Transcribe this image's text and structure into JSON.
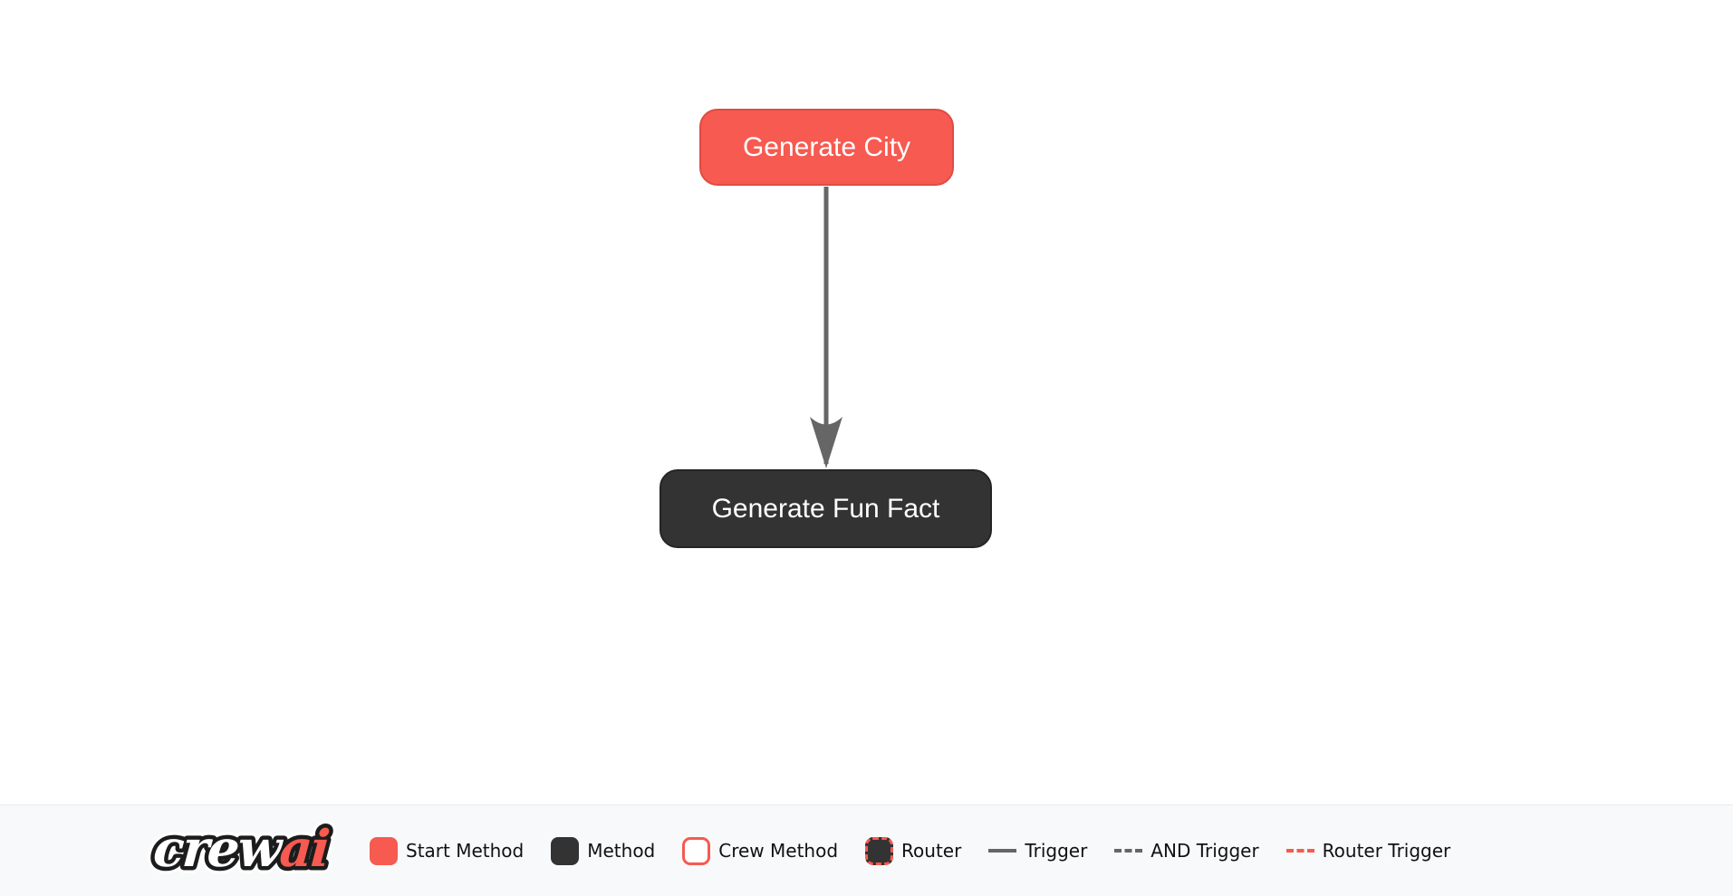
{
  "colors": {
    "start_method_fill": "#F65A50",
    "start_method_border": "#E14B42",
    "method_fill": "#333333",
    "method_border": "#252525",
    "edge": "#666666",
    "router_accent": "#F65A50",
    "legend_bg": "#F8F9FA",
    "node_text": "#FFFFFF",
    "legend_text": "#111111"
  },
  "flow": {
    "nodes": [
      {
        "label": "Generate City",
        "type": "start-method"
      },
      {
        "label": "Generate Fun Fact",
        "type": "method"
      }
    ],
    "edges": [
      {
        "from": "Generate City",
        "to": "Generate Fun Fact",
        "type": "trigger"
      }
    ]
  },
  "logo": {
    "text_primary": "crew",
    "text_accent": "ai"
  },
  "legend": {
    "items": [
      {
        "label": "Start Method",
        "swatch": "start-method-swatch"
      },
      {
        "label": "Method",
        "swatch": "method-swatch"
      },
      {
        "label": "Crew Method",
        "swatch": "crew-method-swatch"
      },
      {
        "label": "Router",
        "swatch": "router-swatch"
      },
      {
        "label": "Trigger",
        "swatch": "trigger-line"
      },
      {
        "label": "AND Trigger",
        "swatch": "and-trigger-line"
      },
      {
        "label": "Router Trigger",
        "swatch": "router-trigger-line"
      }
    ]
  }
}
